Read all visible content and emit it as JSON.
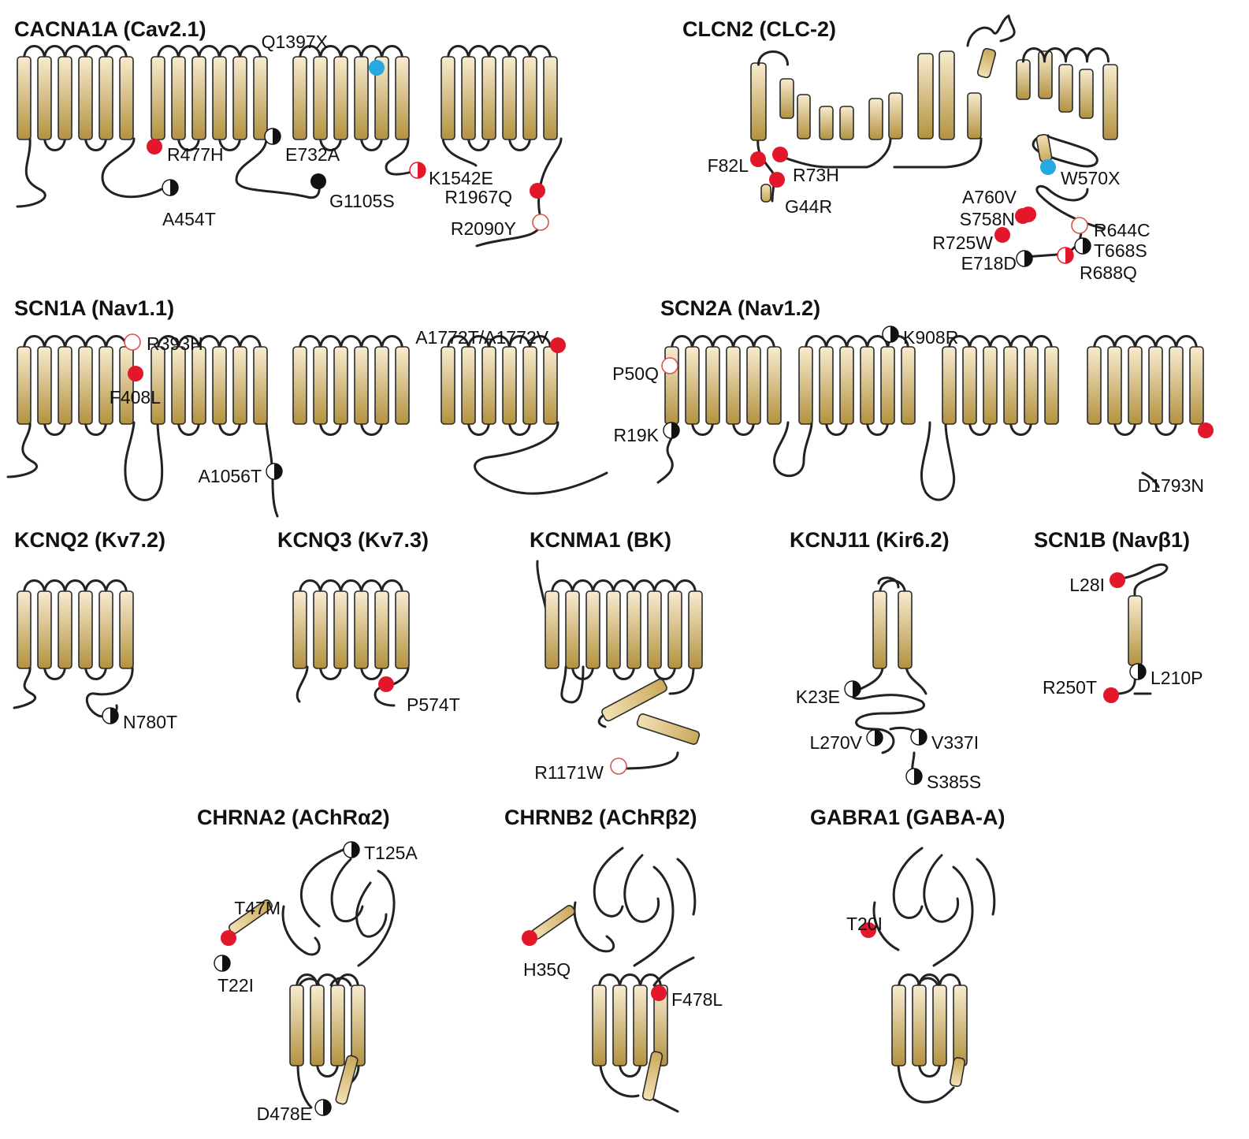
{
  "colors": {
    "helix_top": "#f8ecd0",
    "helix_bottom": "#b3923f",
    "outline": "#222222",
    "mut_red": "#e2182a",
    "mut_blue": "#27a9e0",
    "mut_black": "#111111",
    "mut_open": "#d9534f"
  },
  "legend_symbols": [
    "filled-red-circle",
    "filled-blue-circle",
    "filled-black-circle",
    "half-filled-circle",
    "open-circle"
  ],
  "panels": [
    {
      "key": "cacna1a",
      "title": "CACNA1A (Cav2.1)",
      "mutations": [
        {
          "label": "Q1397X",
          "type": "blue"
        },
        {
          "label": "R477H",
          "type": "red"
        },
        {
          "label": "E732A",
          "type": "half"
        },
        {
          "label": "A454T",
          "type": "half"
        },
        {
          "label": "G1105S",
          "type": "black"
        },
        {
          "label": "K1542E",
          "type": "half-red"
        },
        {
          "label": "R1967Q",
          "type": "red"
        },
        {
          "label": "R2090Y",
          "type": "open"
        }
      ]
    },
    {
      "key": "clcn2",
      "title": "CLCN2 (CLC-2)",
      "mutations": [
        {
          "label": "F82L",
          "type": "red"
        },
        {
          "label": "R73H",
          "type": "red"
        },
        {
          "label": "G44R",
          "type": "red"
        },
        {
          "label": "W570X",
          "type": "blue"
        },
        {
          "label": "A760V",
          "type": "red"
        },
        {
          "label": "S758N",
          "type": "red"
        },
        {
          "label": "R644C",
          "type": "open"
        },
        {
          "label": "R725W",
          "type": "red"
        },
        {
          "label": "T668S",
          "type": "half"
        },
        {
          "label": "E718D",
          "type": "half"
        },
        {
          "label": "R688Q",
          "type": "half-red"
        }
      ]
    },
    {
      "key": "scn1a",
      "title": "SCN1A (Nav1.1)",
      "mutations": [
        {
          "label": "R393H",
          "type": "open"
        },
        {
          "label": "F408L",
          "type": "red"
        },
        {
          "label": "A1772T/A1772V",
          "type": "red"
        },
        {
          "label": "A1056T",
          "type": "half"
        }
      ]
    },
    {
      "key": "scn2a",
      "title": "SCN2A (Nav1.2)",
      "mutations": [
        {
          "label": "K908R",
          "type": "half"
        },
        {
          "label": "P50Q",
          "type": "open"
        },
        {
          "label": "R19K",
          "type": "half"
        },
        {
          "label": "D1793N",
          "type": "red"
        }
      ]
    },
    {
      "key": "kcnq2",
      "title": "KCNQ2 (Kv7.2)",
      "mutations": [
        {
          "label": "N780T",
          "type": "half"
        }
      ]
    },
    {
      "key": "kcnq3",
      "title": "KCNQ3 (Kv7.3)",
      "mutations": [
        {
          "label": "P574T",
          "type": "red"
        }
      ]
    },
    {
      "key": "kcnma1",
      "title": "KCNMA1 (BK)",
      "mutations": [
        {
          "label": "R1171W",
          "type": "open"
        }
      ]
    },
    {
      "key": "kcnj11",
      "title": "KCNJ11 (Kir6.2)",
      "mutations": [
        {
          "label": "K23E",
          "type": "half"
        },
        {
          "label": "L270V",
          "type": "half"
        },
        {
          "label": "V337I",
          "type": "half"
        },
        {
          "label": "S385S",
          "type": "half"
        }
      ]
    },
    {
      "key": "scn1b",
      "title": "SCN1B (Navβ1)",
      "mutations": [
        {
          "label": "L28I",
          "type": "red"
        },
        {
          "label": "R250T",
          "type": "red"
        },
        {
          "label": "L210P",
          "type": "half"
        }
      ]
    },
    {
      "key": "chrna2",
      "title": "CHRNA2 (AChRα2)",
      "mutations": [
        {
          "label": "T125A",
          "type": "half"
        },
        {
          "label": "T47M",
          "type": "red"
        },
        {
          "label": "T22I",
          "type": "half"
        },
        {
          "label": "D478E",
          "type": "half"
        }
      ]
    },
    {
      "key": "chrnb2",
      "title": "CHRNB2 (AChRβ2)",
      "mutations": [
        {
          "label": "H35Q",
          "type": "red"
        },
        {
          "label": "F478L",
          "type": "red"
        }
      ]
    },
    {
      "key": "gabra1",
      "title": "GABRA1 (GABA-A)",
      "mutations": [
        {
          "label": "T20I",
          "type": "red"
        }
      ]
    }
  ]
}
